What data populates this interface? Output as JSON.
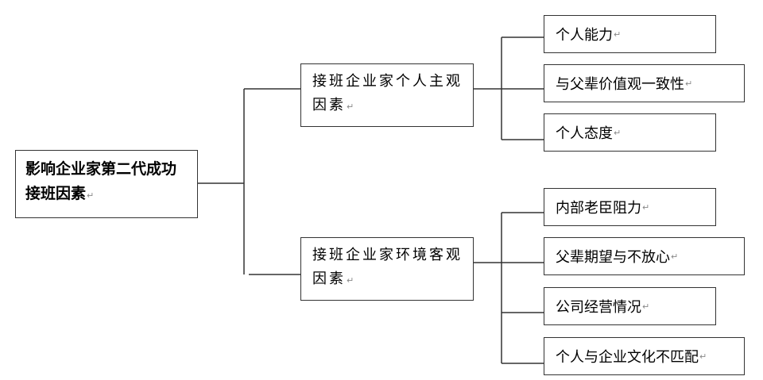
{
  "root": {
    "label": "影响企业家第二代成功接班因素"
  },
  "branches": [
    {
      "label": "接班企业家个人主观因素",
      "children": [
        "个人能力",
        "与父辈价值观一致性",
        "个人态度"
      ]
    },
    {
      "label": "接班企业家环境客观因素",
      "children": [
        "内部老臣阻力",
        "父辈期望与不放心",
        "公司经营情况",
        "个人与企业文化不匹配"
      ]
    }
  ],
  "paragraph_mark": "↵"
}
